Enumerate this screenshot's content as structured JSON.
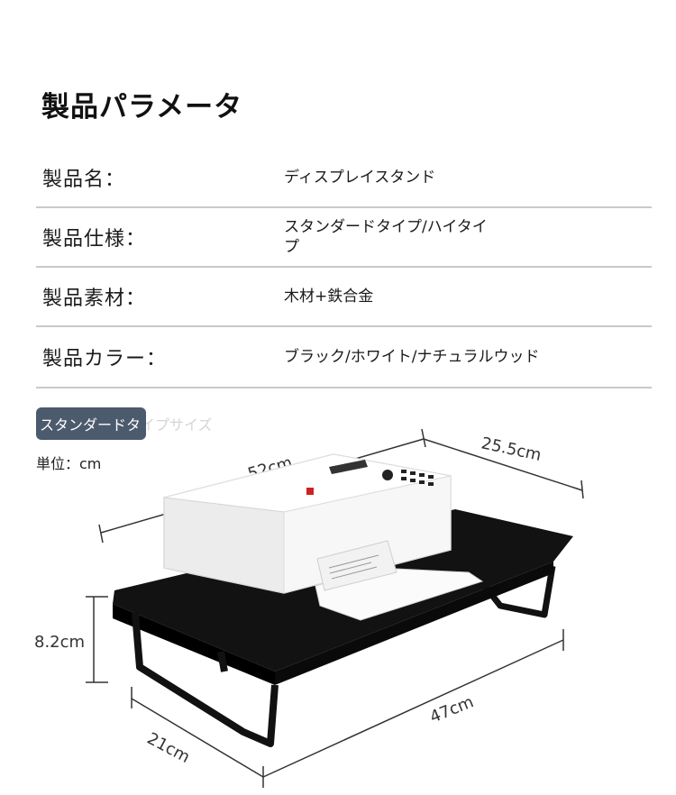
{
  "title": "製品パラメータ",
  "specs": [
    {
      "label": "製品名：",
      "value": "ディスプレイスタンド"
    },
    {
      "label": "製品仕様：",
      "value": "スタンダードタイプ/ハイタイプ"
    },
    {
      "label": "製品素材：",
      "value": "木材+鉄合金"
    },
    {
      "label": "製品カラー：",
      "value": "ブラック/ホワイト/ナチュラルウッド"
    }
  ],
  "size_tab": {
    "label": "スタンダードタ",
    "ghost": "スタンダードタイプサイズ"
  },
  "unit": "単位：cm",
  "dimensions": {
    "width_top": "52cm",
    "depth_top": "25.5cm",
    "height": "8.2cm",
    "width_bottom": "47cm",
    "depth_bottom": "21cm"
  },
  "colors": {
    "stand": "#111111",
    "tab_bg": "#4c5a6e",
    "divider": "#c9c9c9"
  }
}
